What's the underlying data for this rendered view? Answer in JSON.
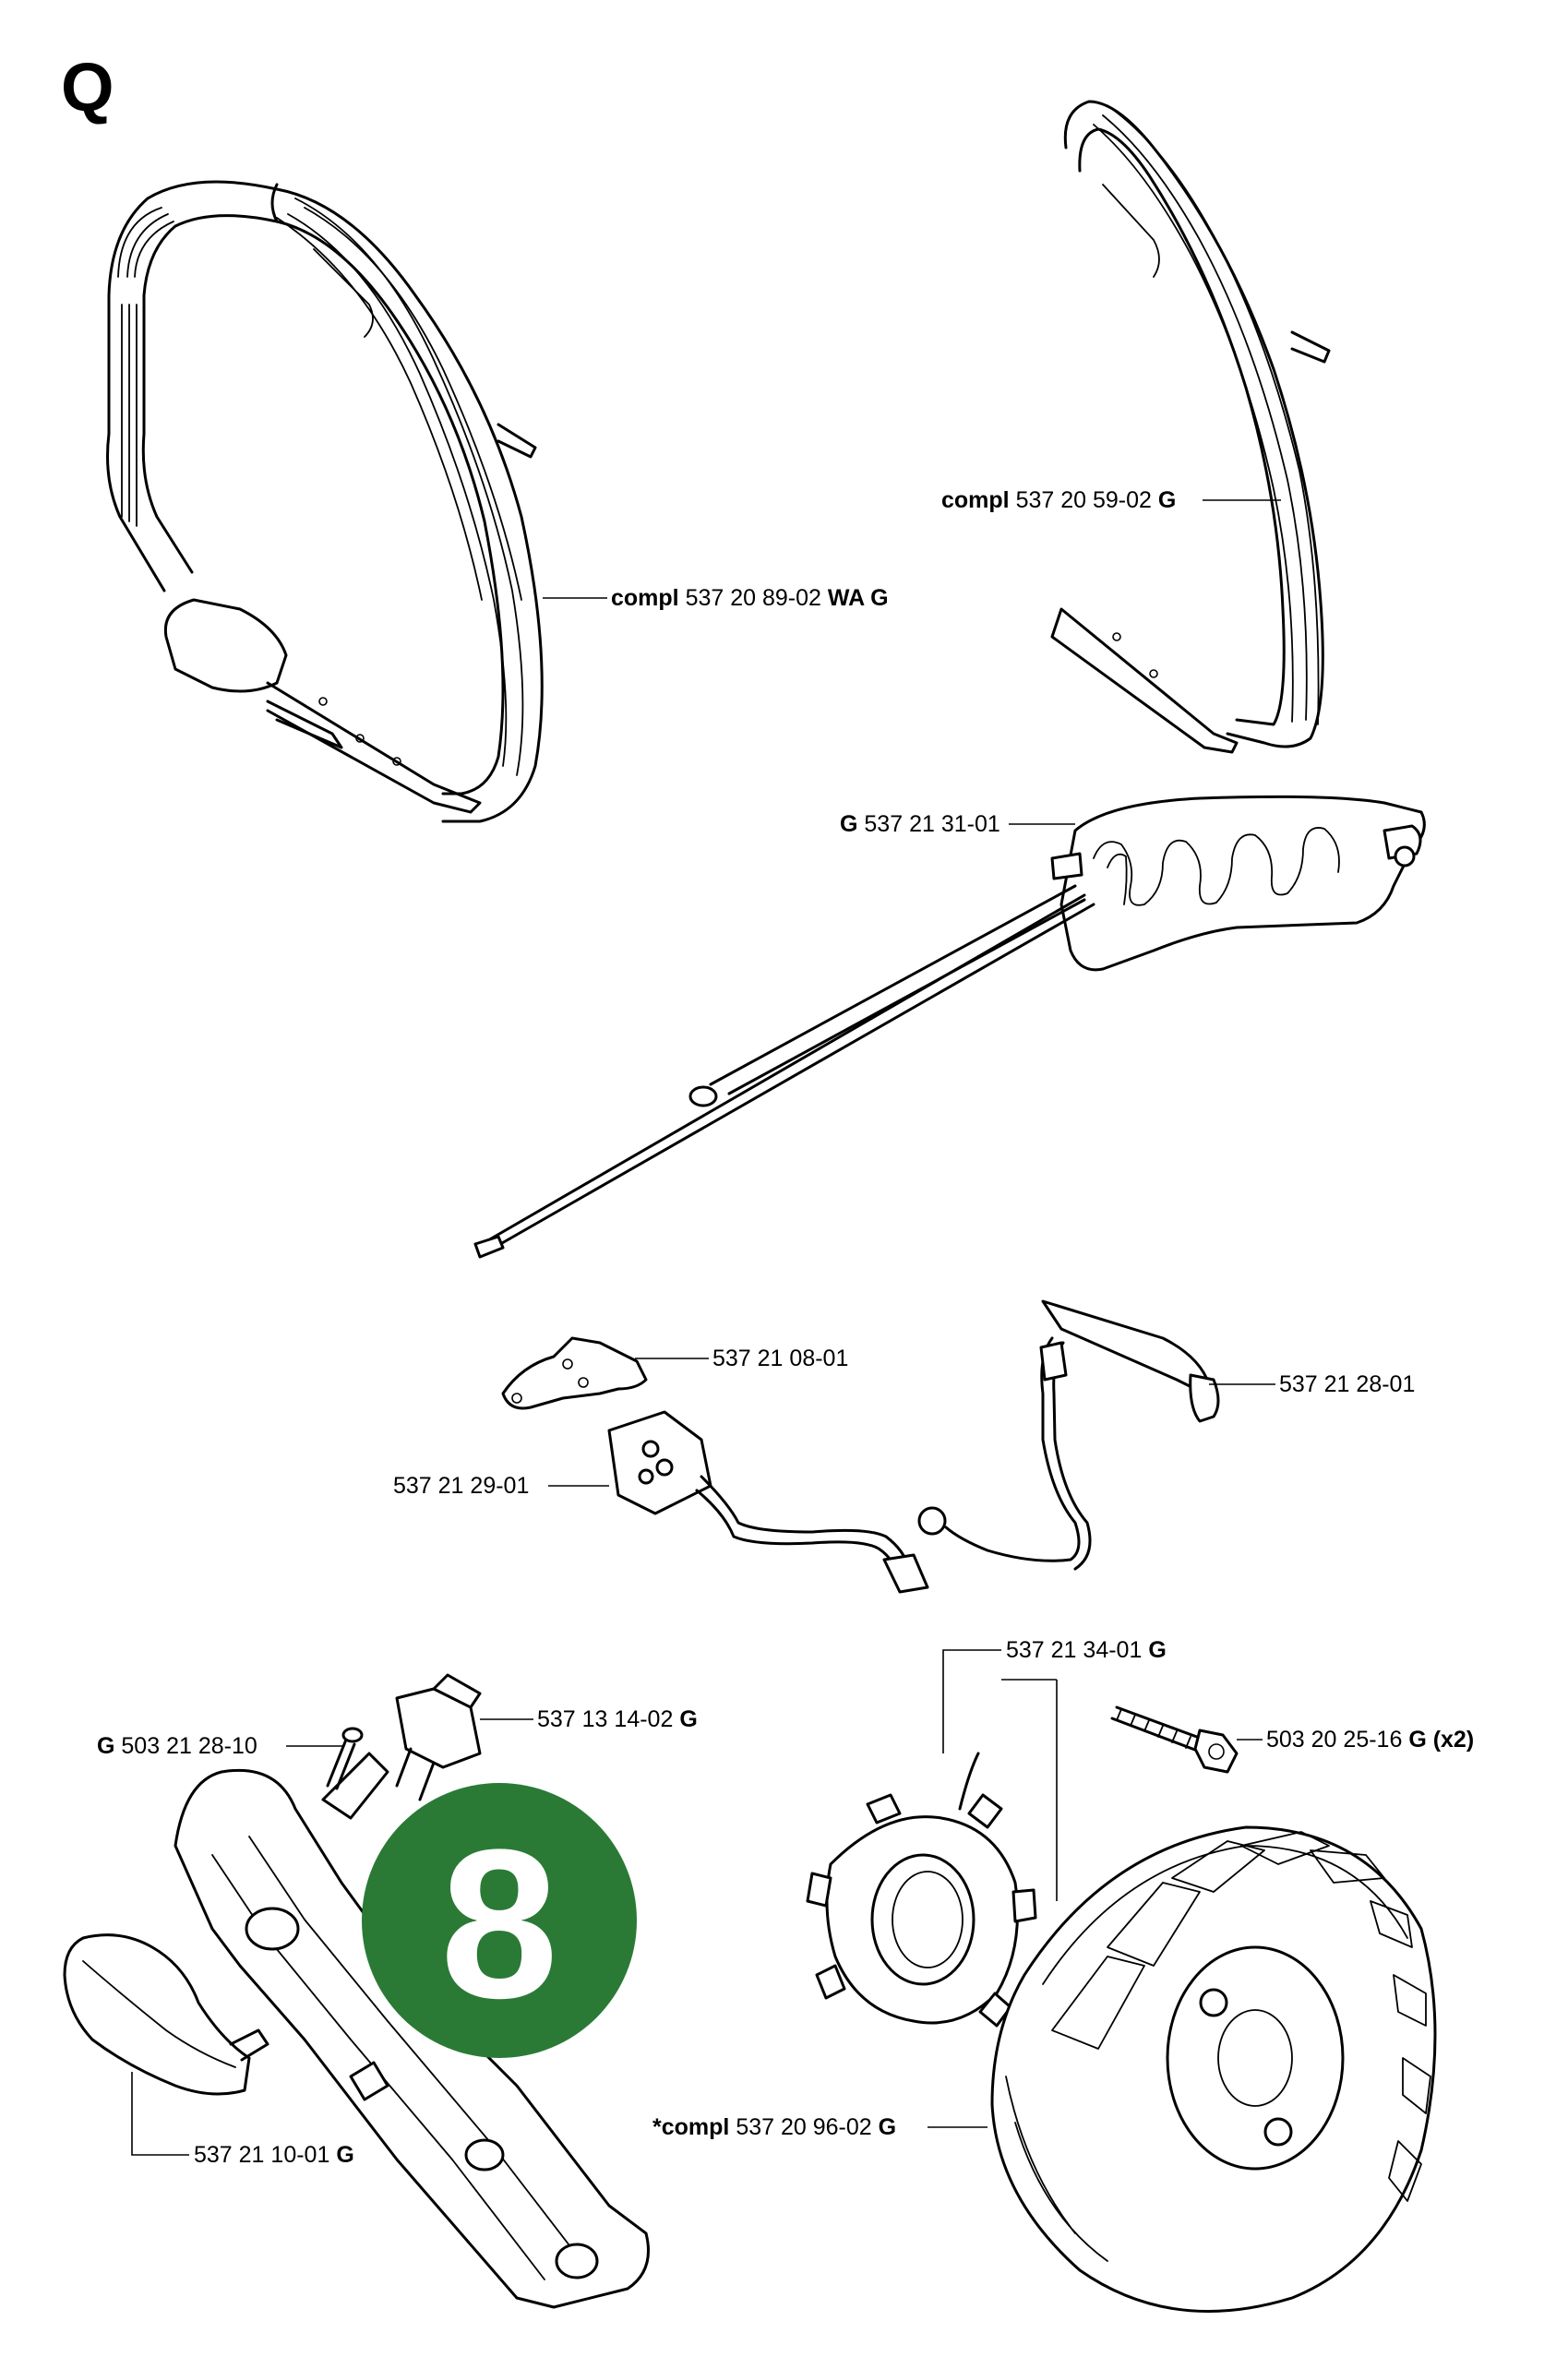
{
  "section_letter": "Q",
  "badge_number": "8",
  "colors": {
    "badge": "#2a7a36",
    "badge_text": "#ffffff",
    "ink": "#000000"
  },
  "labels": {
    "front_handle": {
      "prefix": "compl",
      "number": "537 20 89-02",
      "suffix": "WA G"
    },
    "rear_handle": {
      "prefix": "compl",
      "number": "537 20 59-02",
      "suffix": "G"
    },
    "heating_element": {
      "prefix": "G",
      "number": "537 21 31-01"
    },
    "clamp": {
      "number": "537 21 08-01"
    },
    "cable_right": {
      "number": "537 21 28-01"
    },
    "switch_block": {
      "number": "537 21 29-01"
    },
    "stator": {
      "number": "537 21 34-01",
      "suffix": "G"
    },
    "screw_small": {
      "prefix": "G",
      "number": "503 21 28-10"
    },
    "switch": {
      "number": "537 13 14-02",
      "suffix": "G"
    },
    "screw_bolt": {
      "number": "503 20 25-16",
      "suffix": "G (x2)"
    },
    "cover": {
      "number": "537 21 10-01",
      "suffix": "G"
    },
    "flywheel": {
      "prefix": "*compl",
      "number": "537 20 96-02",
      "suffix": "G"
    }
  }
}
